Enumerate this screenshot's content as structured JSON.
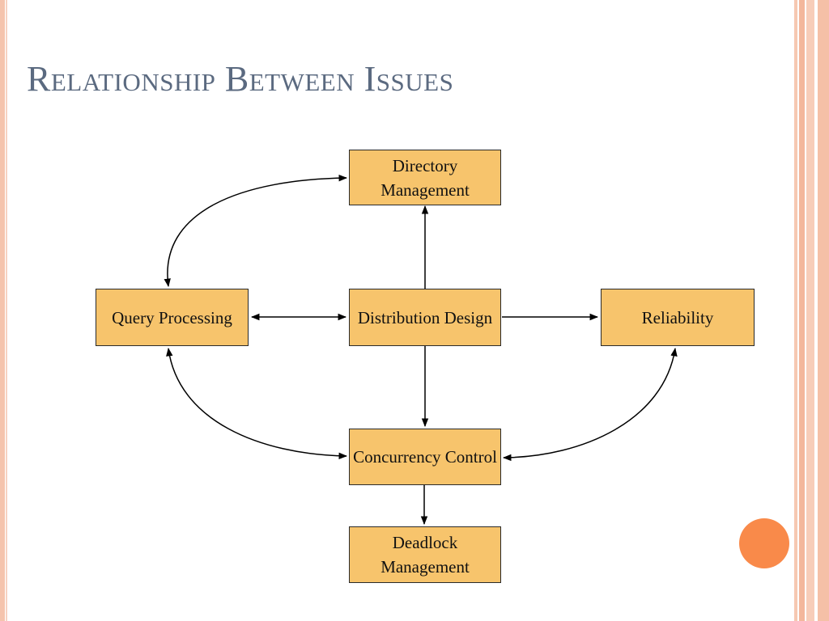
{
  "slide": {
    "title": "Relationship Between Issues"
  },
  "nodes": {
    "directory_management": "Directory Management",
    "query_processing": "Query Processing",
    "distribution_design": "Distribution Design",
    "reliability": "Reliability",
    "concurrency_control": "Concurrency Control",
    "deadlock_management": "Deadlock Management"
  },
  "edges": [
    {
      "from": "distribution_design",
      "to": "directory_management",
      "direction": "forward"
    },
    {
      "from": "distribution_design",
      "to": "query_processing",
      "direction": "both"
    },
    {
      "from": "distribution_design",
      "to": "reliability",
      "direction": "forward"
    },
    {
      "from": "distribution_design",
      "to": "concurrency_control",
      "direction": "forward"
    },
    {
      "from": "concurrency_control",
      "to": "deadlock_management",
      "direction": "forward"
    },
    {
      "from": "query_processing",
      "to": "directory_management",
      "direction": "both"
    },
    {
      "from": "query_processing",
      "to": "concurrency_control",
      "direction": "both"
    },
    {
      "from": "reliability",
      "to": "concurrency_control",
      "direction": "both"
    }
  ],
  "colors": {
    "node_fill": "#f7c46c",
    "title": "#5b6a80",
    "accent": "#f98a4a"
  }
}
